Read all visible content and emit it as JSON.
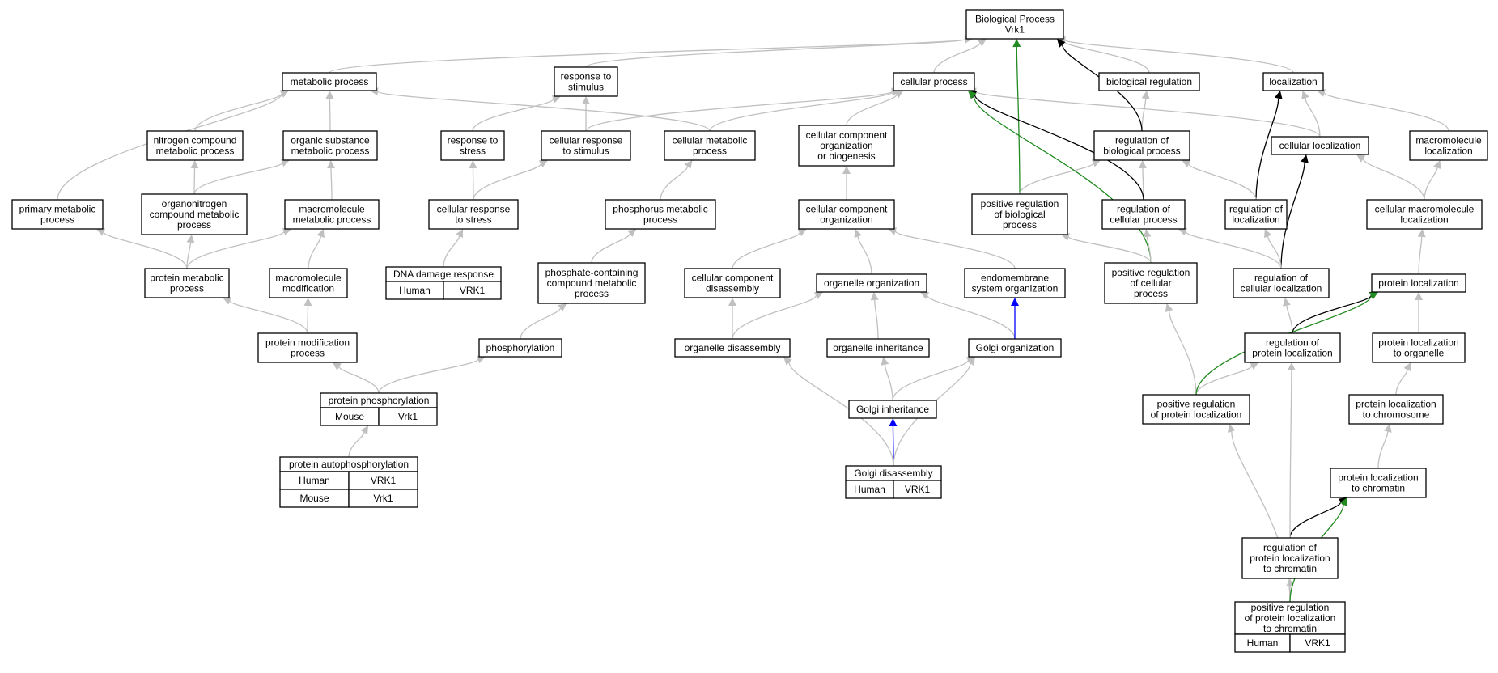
{
  "colors": {
    "gray_edge": "#c0c0c0",
    "black_edge": "#000000",
    "green_edge": "#228b22",
    "blue_edge": "#0000ff",
    "human_cell": "#ff6347",
    "mouse_cell": "#add8e6"
  },
  "root": {
    "lines": [
      "Biological Process",
      "Vrk1"
    ]
  },
  "terms": {
    "metabolic_process": {
      "lines": [
        "metabolic process"
      ]
    },
    "response_to_stimulus": {
      "lines": [
        "response to",
        "stimulus"
      ]
    },
    "cellular_process": {
      "lines": [
        "cellular process"
      ]
    },
    "biological_regulation": {
      "lines": [
        "biological regulation"
      ]
    },
    "localization": {
      "lines": [
        "localization"
      ]
    },
    "nitrogen_compound_metabolic_process": {
      "lines": [
        "nitrogen compound",
        "metabolic process"
      ]
    },
    "organic_substance_metabolic_process": {
      "lines": [
        "organic substance",
        "metabolic process"
      ]
    },
    "response_to_stress": {
      "lines": [
        "response to",
        "stress"
      ]
    },
    "cellular_response_to_stimulus": {
      "lines": [
        "cellular response",
        "to stimulus"
      ]
    },
    "cellular_metabolic_process": {
      "lines": [
        "cellular metabolic",
        "process"
      ]
    },
    "cellular_component_organization_or_biogenesis": {
      "lines": [
        "cellular component",
        "organization",
        "or biogenesis"
      ]
    },
    "regulation_of_biological_process": {
      "lines": [
        "regulation of",
        "biological process"
      ]
    },
    "cellular_localization": {
      "lines": [
        "cellular localization"
      ]
    },
    "macromolecule_localization": {
      "lines": [
        "macromolecule",
        "localization"
      ]
    },
    "primary_metabolic_process": {
      "lines": [
        "primary metabolic",
        "process"
      ]
    },
    "organonitrogen_compound_metabolic_process": {
      "lines": [
        "organonitrogen",
        "compound metabolic",
        "process"
      ]
    },
    "macromolecule_metabolic_process": {
      "lines": [
        "macromolecule",
        "metabolic process"
      ]
    },
    "cellular_response_to_stress": {
      "lines": [
        "cellular response",
        "to stress"
      ]
    },
    "phosphorus_metabolic_process": {
      "lines": [
        "phosphorus metabolic",
        "process"
      ]
    },
    "cellular_component_organization": {
      "lines": [
        "cellular component",
        "organization"
      ]
    },
    "positive_regulation_of_biological_process": {
      "lines": [
        "positive regulation",
        "of biological",
        "process"
      ]
    },
    "regulation_of_cellular_process": {
      "lines": [
        "regulation of",
        "cellular process"
      ]
    },
    "regulation_of_localization": {
      "lines": [
        "regulation of",
        "localization"
      ]
    },
    "cellular_macromolecule_localization": {
      "lines": [
        "cellular macromolecule",
        "localization"
      ]
    },
    "protein_metabolic_process": {
      "lines": [
        "protein metabolic",
        "process"
      ]
    },
    "macromolecule_modification": {
      "lines": [
        "macromolecule",
        "modification"
      ]
    },
    "dna_damage_response": {
      "lines": [
        "DNA damage response"
      ],
      "annotations": [
        [
          "Human",
          "VRK1"
        ]
      ]
    },
    "phosphate_containing_compound_metabolic_process": {
      "lines": [
        "phosphate-containing",
        "compound metabolic",
        "process"
      ]
    },
    "cellular_component_disassembly": {
      "lines": [
        "cellular component",
        "disassembly"
      ]
    },
    "organelle_organization": {
      "lines": [
        "organelle organization"
      ]
    },
    "endomembrane_system_organization": {
      "lines": [
        "endomembrane",
        "system organization"
      ]
    },
    "positive_regulation_of_cellular_process": {
      "lines": [
        "positive regulation",
        "of cellular",
        "process"
      ]
    },
    "regulation_of_cellular_localization": {
      "lines": [
        "regulation of",
        "cellular localization"
      ]
    },
    "protein_localization": {
      "lines": [
        "protein localization"
      ]
    },
    "protein_modification_process": {
      "lines": [
        "protein modification",
        "process"
      ]
    },
    "phosphorylation": {
      "lines": [
        "phosphorylation"
      ]
    },
    "organelle_disassembly": {
      "lines": [
        "organelle disassembly"
      ]
    },
    "organelle_inheritance": {
      "lines": [
        "organelle inheritance"
      ]
    },
    "golgi_organization": {
      "lines": [
        "Golgi organization"
      ]
    },
    "regulation_of_protein_localization": {
      "lines": [
        "regulation of",
        "protein localization"
      ]
    },
    "protein_localization_to_organelle": {
      "lines": [
        "protein localization",
        "to organelle"
      ]
    },
    "protein_phosphorylation": {
      "lines": [
        "protein phosphorylation"
      ],
      "annotations": [
        [
          "Mouse",
          "Vrk1"
        ]
      ]
    },
    "positive_regulation_of_protein_localization": {
      "lines": [
        "positive regulation",
        "of protein localization"
      ]
    },
    "golgi_inheritance": {
      "lines": [
        "Golgi inheritance"
      ]
    },
    "protein_localization_to_chromosome": {
      "lines": [
        "protein localization",
        "to chromosome"
      ]
    },
    "protein_autophosphorylation": {
      "lines": [
        "protein autophosphorylation"
      ],
      "annotations": [
        [
          "Human",
          "VRK1"
        ],
        [
          "Mouse",
          "Vrk1"
        ]
      ]
    },
    "golgi_disassembly": {
      "lines": [
        "Golgi disassembly"
      ],
      "annotations": [
        [
          "Human",
          "VRK1"
        ]
      ]
    },
    "protein_localization_to_chromatin": {
      "lines": [
        "protein localization",
        "to chromatin"
      ]
    },
    "regulation_of_protein_localization_to_chromatin": {
      "lines": [
        "regulation of",
        "protein localization",
        "to chromatin"
      ]
    },
    "positive_regulation_of_protein_localization_to_chromatin": {
      "lines": [
        "positive regulation",
        "of protein localization",
        "to chromatin"
      ],
      "annotations": [
        [
          "Human",
          "VRK1"
        ]
      ]
    }
  },
  "edges": [
    [
      "metabolic_process",
      "root",
      "gray"
    ],
    [
      "response_to_stimulus",
      "root",
      "gray"
    ],
    [
      "cellular_process",
      "root",
      "gray"
    ],
    [
      "biological_regulation",
      "root",
      "gray"
    ],
    [
      "localization",
      "root",
      "gray"
    ],
    [
      "nitrogen_compound_metabolic_process",
      "metabolic_process",
      "gray"
    ],
    [
      "organic_substance_metabolic_process",
      "metabolic_process",
      "gray"
    ],
    [
      "primary_metabolic_process",
      "metabolic_process",
      "gray"
    ],
    [
      "cellular_metabolic_process",
      "metabolic_process",
      "gray"
    ],
    [
      "response_to_stress",
      "response_to_stimulus",
      "gray"
    ],
    [
      "cellular_response_to_stimulus",
      "response_to_stimulus",
      "gray"
    ],
    [
      "cellular_response_to_stimulus",
      "cellular_process",
      "gray"
    ],
    [
      "cellular_metabolic_process",
      "cellular_process",
      "gray"
    ],
    [
      "cellular_component_organization_or_biogenesis",
      "cellular_process",
      "gray"
    ],
    [
      "cellular_localization",
      "cellular_process",
      "gray"
    ],
    [
      "regulation_of_biological_process",
      "biological_regulation",
      "gray"
    ],
    [
      "regulation_of_biological_process",
      "root",
      "black"
    ],
    [
      "positive_regulation_of_biological_process",
      "root",
      "green"
    ],
    [
      "cellular_localization",
      "localization",
      "gray"
    ],
    [
      "macromolecule_localization",
      "localization",
      "gray"
    ],
    [
      "regulation_of_localization",
      "localization",
      "black"
    ],
    [
      "organonitrogen_compound_metabolic_process",
      "nitrogen_compound_metabolic_process",
      "gray"
    ],
    [
      "organonitrogen_compound_metabolic_process",
      "organic_substance_metabolic_process",
      "gray"
    ],
    [
      "macromolecule_metabolic_process",
      "organic_substance_metabolic_process",
      "gray"
    ],
    [
      "cellular_response_to_stress",
      "response_to_stress",
      "gray"
    ],
    [
      "cellular_response_to_stress",
      "cellular_response_to_stimulus",
      "gray"
    ],
    [
      "phosphorus_metabolic_process",
      "cellular_metabolic_process",
      "gray"
    ],
    [
      "cellular_component_organization",
      "cellular_component_organization_or_biogenesis",
      "gray"
    ],
    [
      "positive_regulation_of_biological_process",
      "regulation_of_biological_process",
      "gray"
    ],
    [
      "regulation_of_cellular_process",
      "regulation_of_biological_process",
      "gray"
    ],
    [
      "regulation_of_localization",
      "regulation_of_biological_process",
      "gray"
    ],
    [
      "regulation_of_cellular_process",
      "cellular_process",
      "black"
    ],
    [
      "positive_regulation_of_cellular_process",
      "cellular_process",
      "green"
    ],
    [
      "cellular_macromolecule_localization",
      "cellular_localization",
      "gray"
    ],
    [
      "cellular_macromolecule_localization",
      "macromolecule_localization",
      "gray"
    ],
    [
      "regulation_of_cellular_localization",
      "cellular_localization",
      "black"
    ],
    [
      "protein_metabolic_process",
      "primary_metabolic_process",
      "gray"
    ],
    [
      "protein_metabolic_process",
      "organonitrogen_compound_metabolic_process",
      "gray"
    ],
    [
      "protein_metabolic_process",
      "macromolecule_metabolic_process",
      "gray"
    ],
    [
      "macromolecule_modification",
      "macromolecule_metabolic_process",
      "gray"
    ],
    [
      "dna_damage_response",
      "cellular_response_to_stress",
      "gray"
    ],
    [
      "phosphate_containing_compound_metabolic_process",
      "phosphorus_metabolic_process",
      "gray"
    ],
    [
      "cellular_component_disassembly",
      "cellular_component_organization",
      "gray"
    ],
    [
      "organelle_organization",
      "cellular_component_organization",
      "gray"
    ],
    [
      "endomembrane_system_organization",
      "cellular_component_organization",
      "gray"
    ],
    [
      "positive_regulation_of_cellular_process",
      "positive_regulation_of_biological_process",
      "gray"
    ],
    [
      "positive_regulation_of_cellular_process",
      "regulation_of_cellular_process",
      "gray"
    ],
    [
      "regulation_of_cellular_localization",
      "regulation_of_cellular_process",
      "gray"
    ],
    [
      "regulation_of_cellular_localization",
      "regulation_of_localization",
      "gray"
    ],
    [
      "protein_localization",
      "cellular_macromolecule_localization",
      "gray"
    ],
    [
      "protein_modification_process",
      "protein_metabolic_process",
      "gray"
    ],
    [
      "protein_modification_process",
      "macromolecule_modification",
      "gray"
    ],
    [
      "phosphorylation",
      "phosphate_containing_compound_metabolic_process",
      "gray"
    ],
    [
      "organelle_disassembly",
      "cellular_component_disassembly",
      "gray"
    ],
    [
      "organelle_disassembly",
      "organelle_organization",
      "gray"
    ],
    [
      "organelle_inheritance",
      "organelle_organization",
      "gray"
    ],
    [
      "golgi_organization",
      "organelle_organization",
      "gray"
    ],
    [
      "golgi_organization",
      "endomembrane_system_organization",
      "blue"
    ],
    [
      "regulation_of_protein_localization",
      "regulation_of_cellular_localization",
      "gray"
    ],
    [
      "regulation_of_protein_localization",
      "protein_localization",
      "black"
    ],
    [
      "protein_localization_to_organelle",
      "protein_localization",
      "gray"
    ],
    [
      "protein_phosphorylation",
      "protein_modification_process",
      "gray"
    ],
    [
      "protein_phosphorylation",
      "phosphorylation",
      "gray"
    ],
    [
      "positive_regulation_of_protein_localization",
      "positive_regulation_of_cellular_process",
      "gray"
    ],
    [
      "positive_regulation_of_protein_localization",
      "regulation_of_protein_localization",
      "gray"
    ],
    [
      "positive_regulation_of_protein_localization",
      "protein_localization",
      "green"
    ],
    [
      "golgi_inheritance",
      "organelle_inheritance",
      "gray"
    ],
    [
      "golgi_inheritance",
      "golgi_organization",
      "gray"
    ],
    [
      "protein_localization_to_chromosome",
      "protein_localization_to_organelle",
      "gray"
    ],
    [
      "protein_autophosphorylation",
      "protein_phosphorylation",
      "gray"
    ],
    [
      "golgi_disassembly",
      "golgi_inheritance",
      "blue"
    ],
    [
      "golgi_disassembly",
      "organelle_disassembly",
      "gray"
    ],
    [
      "golgi_disassembly",
      "golgi_organization",
      "gray"
    ],
    [
      "protein_localization_to_chromatin",
      "protein_localization_to_chromosome",
      "gray"
    ],
    [
      "regulation_of_protein_localization_to_chromatin",
      "protein_localization_to_chromatin",
      "black"
    ],
    [
      "regulation_of_protein_localization_to_chromatin",
      "regulation_of_protein_localization",
      "gray"
    ],
    [
      "positive_regulation_of_protein_localization_to_chromatin",
      "regulation_of_protein_localization_to_chromatin",
      "gray"
    ],
    [
      "positive_regulation_of_protein_localization_to_chromatin",
      "positive_regulation_of_protein_localization",
      "gray"
    ],
    [
      "positive_regulation_of_protein_localization_to_chromatin",
      "protein_localization_to_chromatin",
      "green"
    ]
  ]
}
